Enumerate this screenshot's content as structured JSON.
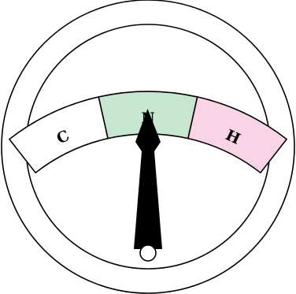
{
  "gauge": {
    "zones": [
      {
        "label": "C",
        "color": "#ffffff"
      },
      {
        "label": "N",
        "color": "#c6e6cf"
      },
      {
        "label": "H",
        "color": "#f8d4e6"
      }
    ],
    "reading": "N",
    "outline_color": "#000000",
    "needle_color": "#000000",
    "needle_icon": "pointer-needle",
    "pivot_icon": "pivot-hole"
  }
}
